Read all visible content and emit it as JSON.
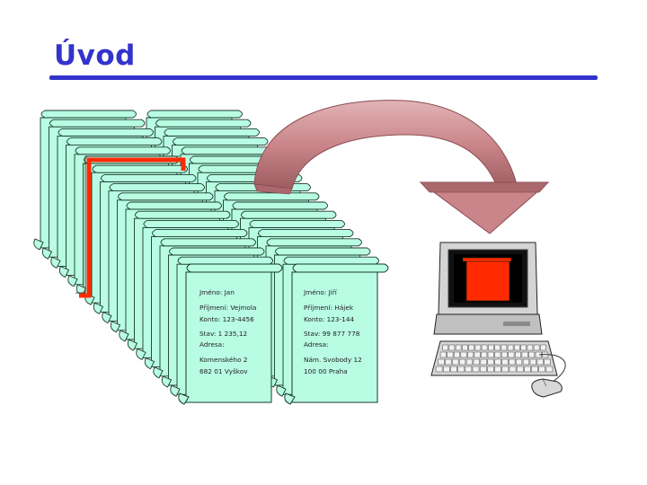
{
  "slide": {
    "title": "Úvod"
  },
  "records": [
    {
      "name": "Jméno: Jan",
      "surname": "Příjmení: Vejmola",
      "account": "Konto: 123-4456",
      "balance": "Stav: 1 235,12",
      "address_label": "Adresa:",
      "street": "Komenského 2",
      "city": "682 01 Vyškov"
    },
    {
      "name": "Jméno: Jiří",
      "surname": "Příjmení: Hájek",
      "account": "Konto: 123-144",
      "balance": "Stav: 99 877 778",
      "address_label": "Adresa:",
      "street": "Nám. Svobody 12",
      "city": "100 00 Praha"
    }
  ],
  "colors": {
    "title": "#3333cc",
    "card_fill": "#b8fce4",
    "card_stroke": "#1a3a2a",
    "highlight": "#ff2a00",
    "arrow_fill": "#c98589",
    "computer_body": "#c0c0c0"
  },
  "icons": {
    "arrow": "curved-arrow-icon",
    "computer": "computer-icon",
    "mouse": "mouse-icon"
  }
}
